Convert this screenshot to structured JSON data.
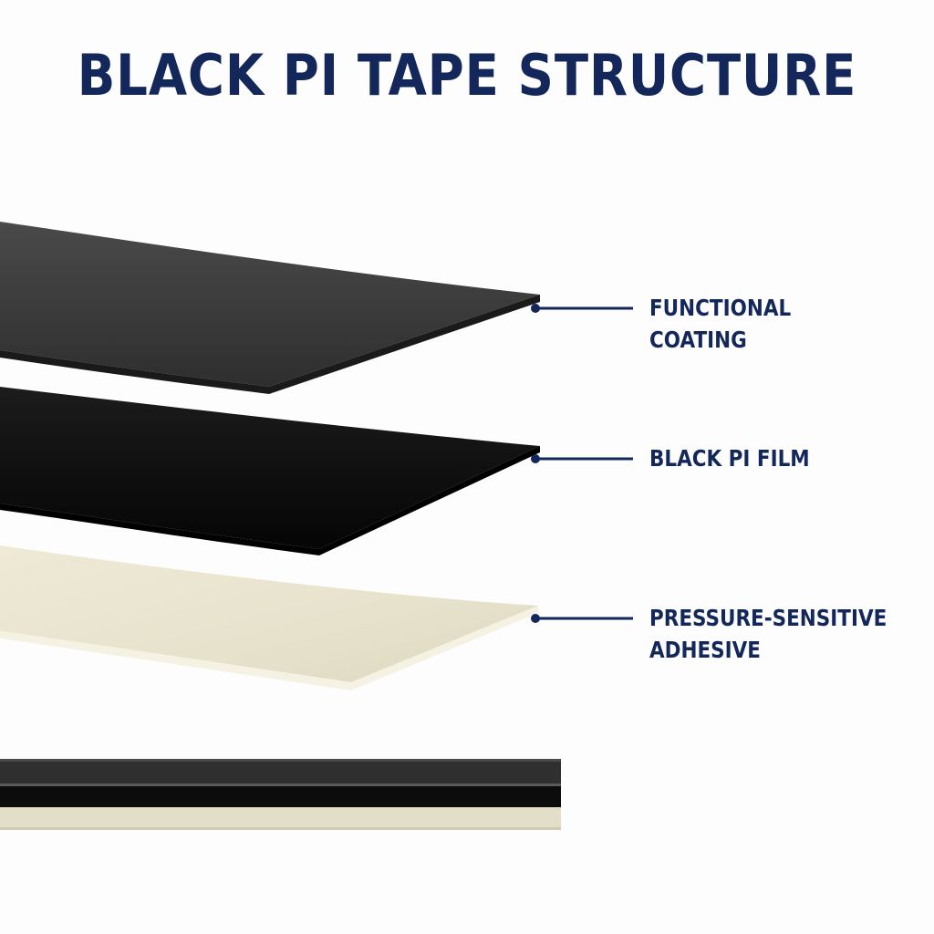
{
  "title": "BLACK PI TAPE STRUCTURE",
  "layers": [
    {
      "label": "FUNCTIONAL COATING",
      "color": "#3a3a3a"
    },
    {
      "label": "BLACK PI FILM",
      "color": "#0d0d0d"
    },
    {
      "label": "PRESSURE-SENSITIVE\nADHESIVE",
      "color": "#e6e2cc"
    }
  ],
  "colors": {
    "accent": "#13275a",
    "background": "#fdfdfd"
  }
}
